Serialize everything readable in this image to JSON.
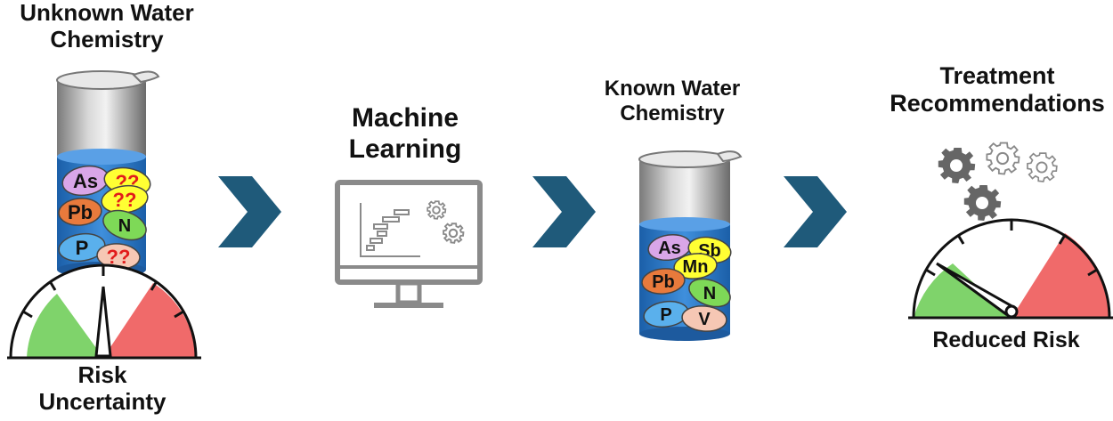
{
  "labels": {
    "unknown_water_chemistry": "Unknown Water\nChemistry",
    "machine_learning": "Machine\nLearning",
    "known_water_chemistry": "Known Water\nChemistry",
    "treatment_recommendations": "Treatment\nRecommendations",
    "risk_uncertainty": "Risk\nUncertainty",
    "reduced_risk": "Reduced Risk"
  },
  "beaker_unknown": {
    "badges": [
      {
        "text": "As",
        "color": "#d9a6e8"
      },
      {
        "text": "??",
        "color": "#ffff33"
      },
      {
        "text": "??",
        "color": "#ffff33"
      },
      {
        "text": "Pb",
        "color": "#e87a3c"
      },
      {
        "text": "N",
        "color": "#7ed957"
      },
      {
        "text": "P",
        "color": "#5ab0ec"
      },
      {
        "text": "??",
        "color": "#f6c7b4"
      }
    ]
  },
  "beaker_known": {
    "badges": [
      {
        "text": "As",
        "color": "#d9a6e8"
      },
      {
        "text": "Sb",
        "color": "#ffff33"
      },
      {
        "text": "Mn",
        "color": "#ffff33"
      },
      {
        "text": "Pb",
        "color": "#e87a3c"
      },
      {
        "text": "N",
        "color": "#7ed957"
      },
      {
        "text": "P",
        "color": "#5ab0ec"
      },
      {
        "text": "V",
        "color": "#f6c7b4"
      }
    ]
  },
  "colors": {
    "arrow": "#1f5a7a",
    "water": "#2b6fb8",
    "gauge_green": "#7fd36b",
    "gauge_red": "#f06a6a",
    "monitor": "#8a8a8a",
    "gear_dark": "#666666"
  },
  "icons": [
    "beaker-icon",
    "chevron-right-icon",
    "monitor-icon",
    "gear-icon",
    "gauge-icon"
  ]
}
